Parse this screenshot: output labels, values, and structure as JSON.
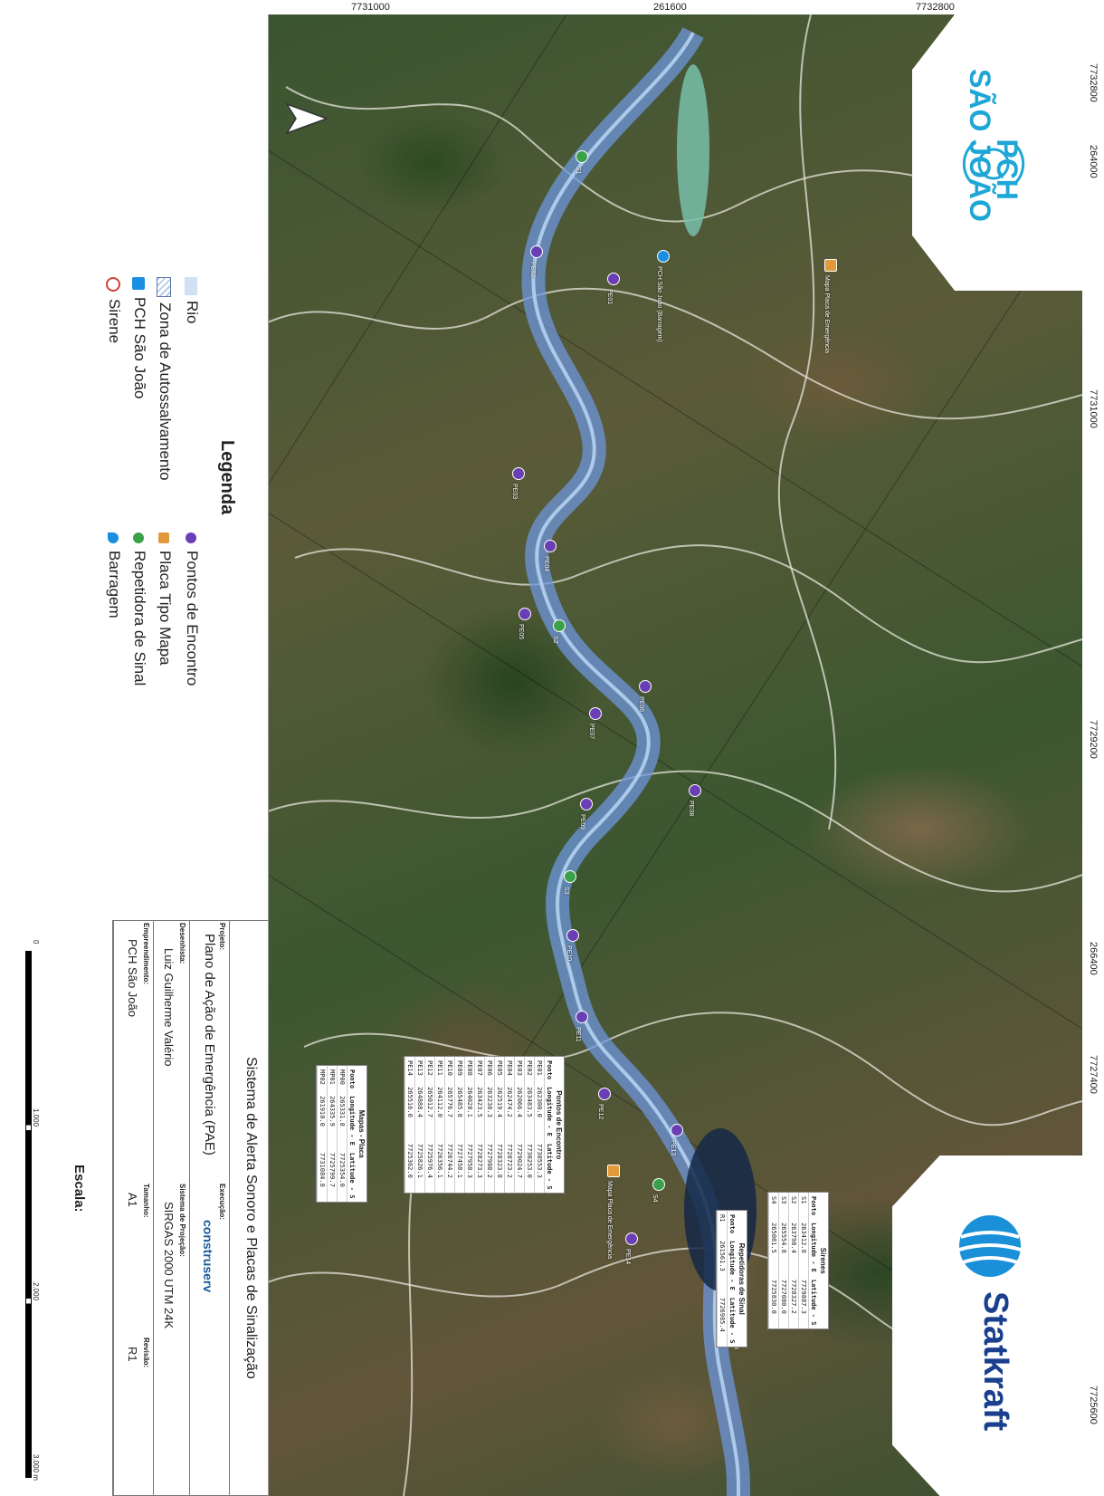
{
  "coords_top": [
    "7731000",
    "261600",
    "7732800"
  ],
  "coords_right": [
    "7732800",
    "264000",
    "7731000",
    "7729200",
    "266400",
    "7727400",
    "7725600"
  ],
  "logos": {
    "pch": "PCH\nSÃO JOÃO",
    "statkraft": "Statkraft"
  },
  "legend": {
    "title": "Legenda",
    "items": [
      {
        "label": "Rio",
        "icon": "river-swatch"
      },
      {
        "label": "Zona de Autossalvamento",
        "icon": "hatched-zone-swatch"
      },
      {
        "label": "PCH São João",
        "icon": "pch-icon"
      },
      {
        "label": "Sirene",
        "icon": "siren-pin-icon"
      },
      {
        "label": "Pontos de Encontro",
        "icon": "meeting-point-icon"
      },
      {
        "label": "Placa Tipo Mapa",
        "icon": "map-sign-icon"
      },
      {
        "label": "Repetidora de Sinal",
        "icon": "repeater-icon"
      },
      {
        "label": "Barragem",
        "icon": "dam-icon"
      }
    ]
  },
  "title_block": {
    "main_title": "Sistema de Alerta Sonoro e Placas de Sinalização",
    "projeto_label": "Projeto:",
    "projeto": "Plano de Ação de Emergência (PAE)",
    "execucao_label": "Execução:",
    "execucao": "construserv",
    "desenhista_label": "Desenhista:",
    "desenhista": "Luiz Guilherme Valério",
    "sistema_label": "Sistema de Projeção:",
    "sistema": "SIRGAS 2000 UTM 24K",
    "empreendimento_label": "Empreendimento:",
    "empreendimento": "PCH São João",
    "tamanho_label": "Tamanho:",
    "tamanho": "A1",
    "revisao_label": "Revisão:",
    "revisao": "R1"
  },
  "scale": {
    "label": "Escala:",
    "ticks": [
      "0",
      "1.000",
      "2.000",
      "3.000 m"
    ]
  },
  "tables": {
    "pontos": {
      "title": "Pontos de Encontro",
      "headers": [
        "Ponto",
        "Longitude - E",
        "Latitude - S"
      ],
      "rows": [
        [
          "PE01",
          "262300.0",
          "7730553.3"
        ],
        [
          "PE02",
          "263483.5",
          "7730253.0"
        ],
        [
          "PE03",
          "262066.4",
          "7729024.7"
        ],
        [
          "PE04",
          "262474.2",
          "7728723.2"
        ],
        [
          "PE05",
          "262519.4",
          "7728323.8"
        ],
        [
          "PE06",
          "263238.3",
          "7727988.2"
        ],
        [
          "PE07",
          "263423.5",
          "7728273.3"
        ],
        [
          "PE08",
          "264028.1",
          "7727958.3"
        ],
        [
          "PE09",
          "265485.8",
          "7727458.1"
        ],
        [
          "PE10",
          "265776.7",
          "7726744.2"
        ],
        [
          "PE11",
          "264112.0",
          "7726356.1"
        ],
        [
          "PE12",
          "265012.7",
          "7725976.4"
        ],
        [
          "PE13",
          "264888.4",
          "7725826.1"
        ],
        [
          "PE14",
          "265516.0",
          "7725362.0"
        ]
      ]
    },
    "mapas": {
      "title": "Mapas - Placa",
      "headers": [
        "Ponto",
        "Longitude - E",
        "Latitude - S"
      ],
      "rows": [
        [
          "MP00",
          "265331.8",
          "7725354.0"
        ],
        [
          "MP01",
          "264335.9",
          "7725799.7"
        ],
        [
          "MP02",
          "261910.0",
          "7731084.8"
        ]
      ]
    },
    "sirenes": {
      "title": "Sirenes",
      "headers": [
        "Ponto",
        "Longitude - E",
        "Latitude - S"
      ],
      "rows": [
        [
          "S1",
          "263412.8",
          "7729887.3"
        ],
        [
          "S2",
          "263798.4",
          "7728327.2"
        ],
        [
          "S3",
          "265554.8",
          "7727080.0"
        ],
        [
          "S4",
          "265081.5",
          "7725830.0"
        ]
      ]
    },
    "repetidoras": {
      "title": "Repetidoras de Sinal",
      "headers": [
        "Ponto",
        "Longitude - E",
        "Latitude - S"
      ],
      "rows": [
        [
          "R1",
          "261561.3",
          "7726985.4"
        ]
      ]
    }
  },
  "map_markers": [
    {
      "type": "repeater-icon",
      "label": "S1"
    },
    {
      "type": "meeting-point-icon",
      "label": "PE02"
    },
    {
      "type": "meeting-point-icon",
      "label": "PE01"
    },
    {
      "type": "dam-icon",
      "label": "PCH São João (Barragem)"
    },
    {
      "type": "map-sign-icon",
      "label": "Mapa Placa de Emergência"
    },
    {
      "type": "meeting-point-icon",
      "label": "PE03"
    },
    {
      "type": "meeting-point-icon",
      "label": "PE04"
    },
    {
      "type": "meeting-point-icon",
      "label": "PE05"
    },
    {
      "type": "repeater-icon",
      "label": "S2"
    },
    {
      "type": "meeting-point-icon",
      "label": "PE06"
    },
    {
      "type": "meeting-point-icon",
      "label": "PE07"
    },
    {
      "type": "meeting-point-icon",
      "label": "PE08"
    },
    {
      "type": "meeting-point-icon",
      "label": "PE09"
    },
    {
      "type": "repeater-icon",
      "label": "S3"
    },
    {
      "type": "meeting-point-icon",
      "label": "PE10"
    },
    {
      "type": "meeting-point-icon",
      "label": "PE11"
    },
    {
      "type": "meeting-point-icon",
      "label": "PE12"
    },
    {
      "type": "meeting-point-icon",
      "label": "PE13"
    },
    {
      "type": "map-sign-icon",
      "label": "Mapa Placa de Emergência"
    },
    {
      "type": "repeater-icon",
      "label": "S4"
    },
    {
      "type": "meeting-point-icon",
      "label": "PE14"
    },
    {
      "type": "dam-icon",
      "label": "R1"
    },
    {
      "type": "map-sign-icon",
      "label": "Mapa Placa de Emergência"
    }
  ]
}
